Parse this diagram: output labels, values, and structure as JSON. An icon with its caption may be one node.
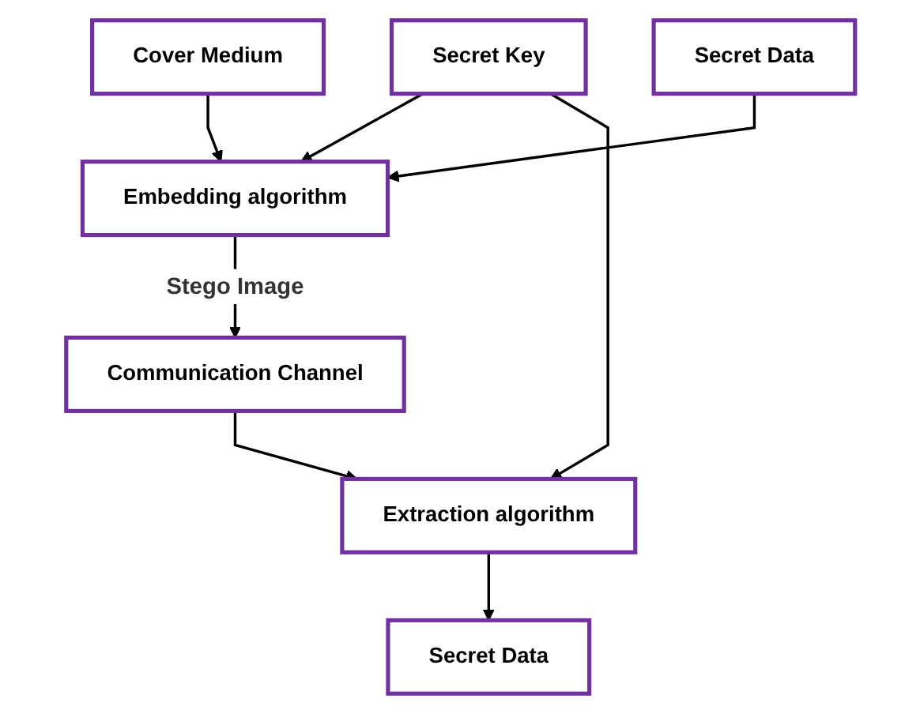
{
  "diagram": {
    "nodes": [
      {
        "text": [
          "Cover Medium"
        ]
      },
      {
        "text": [
          "Secret Data"
        ]
      },
      {
        "text": [
          "Embedding algorithm"
        ]
      },
      {
        "text": [
          "Secret Key"
        ]
      },
      {
        "text": [
          "Communication Channel"
        ]
      },
      {
        "text": [
          "Secret Data"
        ]
      },
      {
        "text": [
          "Extraction algorithm"
        ]
      }
    ],
    "edges": [
      {
        "from": 0,
        "to": 2,
        "arrow": "to"
      },
      {
        "from": 1,
        "to": 2,
        "arrow": "to"
      },
      {
        "from": 2,
        "to": 4,
        "arrow": "to",
        "label": "Stego Image"
      },
      {
        "from": 3,
        "to": 2,
        "arrow": "to"
      },
      {
        "from": 3,
        "to": 6,
        "arrow": "to"
      },
      {
        "from": 4,
        "to": 6,
        "arrow": "to"
      },
      {
        "from": 6,
        "to": 5,
        "arrow": "to"
      }
    ]
  }
}
